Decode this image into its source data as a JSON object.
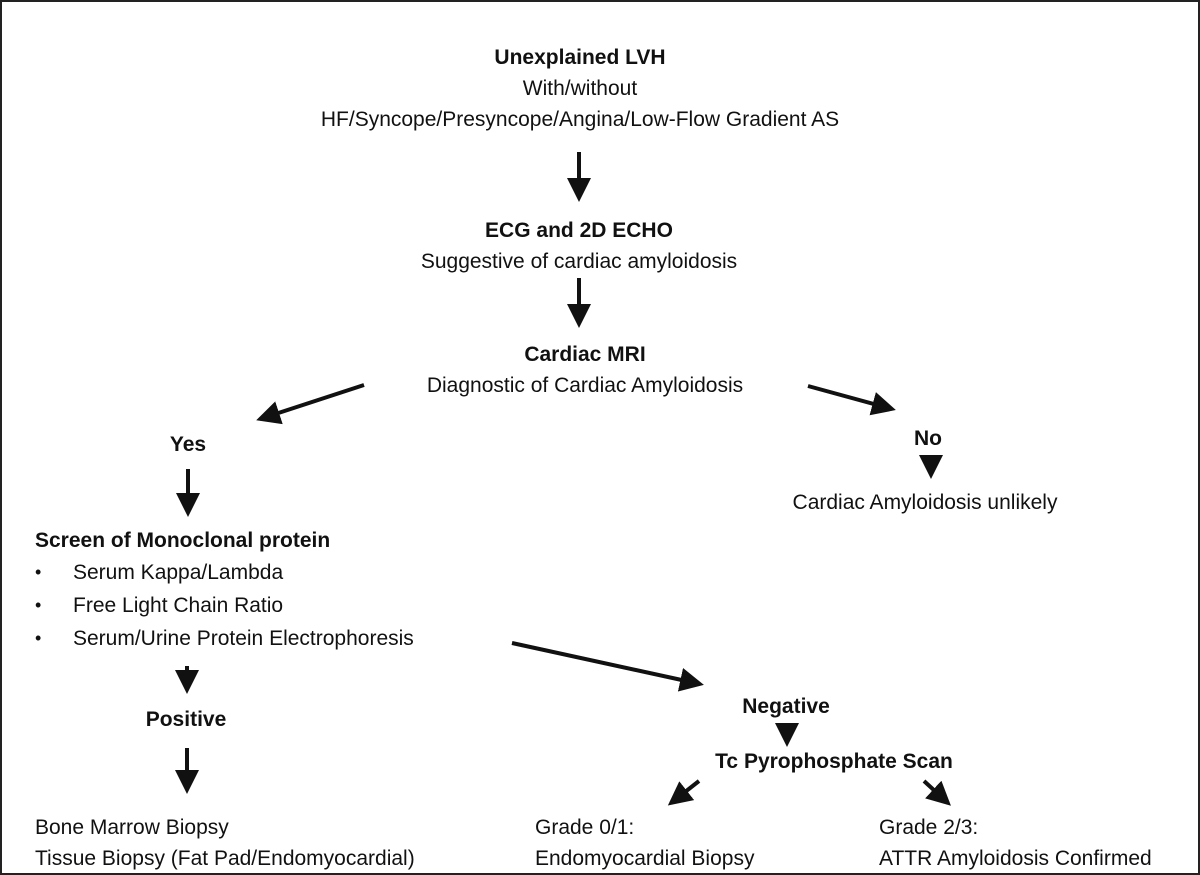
{
  "flowchart": {
    "start": {
      "title": "Unexplained LVH",
      "line2": "With/without",
      "line3": "HF/Syncope/Presyncope/Angina/Low-Flow Gradient AS"
    },
    "ecg_echo": {
      "title": "ECG and 2D ECHO",
      "subtitle": "Suggestive of cardiac amyloidosis"
    },
    "mri": {
      "title": "Cardiac MRI",
      "subtitle": "Diagnostic of Cardiac Amyloidosis"
    },
    "yes_label": "Yes",
    "no_label": "No",
    "no_result": "Cardiac Amyloidosis unlikely",
    "screen": {
      "title": "Screen of Monoclonal protein",
      "bullet_glyph": "•",
      "items": [
        "Serum Kappa/Lambda",
        "Free Light Chain Ratio",
        "Serum/Urine Protein Electrophoresis"
      ]
    },
    "positive_label": "Positive",
    "positive_result": {
      "line1": "Bone Marrow Biopsy",
      "line2": "Tissue Biopsy (Fat Pad/Endomyocardial)"
    },
    "negative_label": "Negative",
    "scan": {
      "title": "Tc Pyrophosphate Scan"
    },
    "grade_low": {
      "line1": "Grade 0/1:",
      "line2": "Endomyocardial Biopsy"
    },
    "grade_high": {
      "line1": "Grade 2/3:",
      "line2": "ATTR Amyloidosis Confirmed"
    }
  },
  "colors": {
    "text": "#111111",
    "arrow": "#111111",
    "border": "#222222",
    "background": "#ffffff"
  }
}
